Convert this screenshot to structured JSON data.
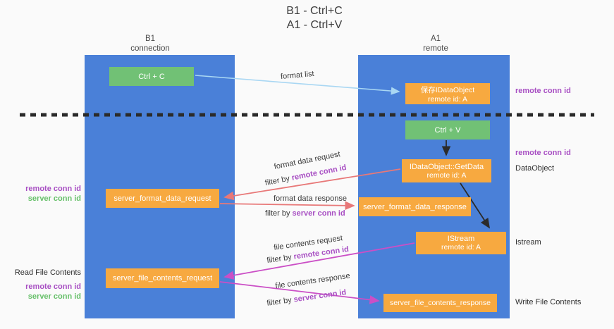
{
  "title": {
    "line1": "B1 - Ctrl+C",
    "line2": "A1 - Ctrl+V"
  },
  "columns": {
    "left": {
      "header_line1": "B1",
      "header_line2": "connection"
    },
    "right": {
      "header_line1": "A1",
      "header_line2": "remote"
    }
  },
  "boxes": {
    "ctrl_c": "Ctrl + C",
    "save_dataobject": {
      "line1": "保存IDataObject",
      "line2": "remote id: A"
    },
    "ctrl_v": "Ctrl + V",
    "getdata": {
      "line1": "IDataObject::GetData",
      "line2": "remote id: A"
    },
    "format_request": "server_format_data_request",
    "format_response": "server_format_data_response",
    "istream": {
      "line1": "IStream",
      "line2": "remote id: A"
    },
    "file_request": "server_file_contents_request",
    "file_response": "server_file_contents_response"
  },
  "side_labels": {
    "right_remote_conn_top": "remote conn id",
    "right_remote_conn_mid": "remote conn id",
    "dataobject": "DataObject",
    "istream": "Istream",
    "write_file": "Write File Contents",
    "left_remote_conn_mid": "remote conn id",
    "left_server_conn_mid": "server conn id",
    "read_file": "Read File Contents",
    "left_remote_conn_bottom": "remote conn id",
    "left_server_conn_bottom": "server conn id"
  },
  "arrow_labels": {
    "format_list": "format list",
    "format_data_request": "format data request",
    "filter_remote_1": {
      "prefix": "filter by ",
      "term": "remote conn id"
    },
    "format_data_response": "format data response",
    "filter_server_1": {
      "prefix": "filter by ",
      "term": "server conn id"
    },
    "file_contents_request": "file contents request",
    "filter_remote_2": {
      "prefix": "filter by ",
      "term": "remote conn id"
    },
    "file_contents_response": "file contents response",
    "filter_server_2": {
      "prefix": "filter by ",
      "term": "server conn id"
    }
  },
  "colors": {
    "column_blue": "#4a80d8",
    "box_orange": "#f7a940",
    "box_green": "#71c175",
    "arrow_blue": "#a9d7f3",
    "arrow_salmon": "#e87878",
    "arrow_magenta": "#cb4fc6",
    "arrow_black": "#2b2b2b",
    "text_purple": "#a84fc3",
    "text_green": "#67c06a"
  }
}
